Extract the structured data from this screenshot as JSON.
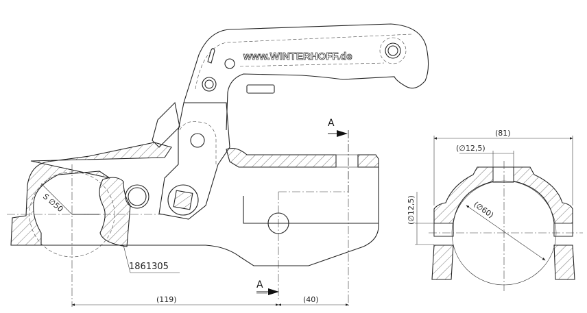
{
  "drawing": {
    "brand_text": "www.WINTERHOFF.de",
    "part_number": "1861305",
    "section_marker": "A",
    "side_view": {
      "ball_radius_label": "S ∅50",
      "dim_bottom_left": "(119)",
      "dim_bottom_right": "(40)"
    },
    "section_view": {
      "dim_width": "(81)",
      "dim_bore_top": "(∅12,5)",
      "dim_bore_side": "(∅12,5)",
      "dim_ball": "(∅60)"
    },
    "colors": {
      "line": "#222222",
      "background": "#ffffff"
    }
  }
}
